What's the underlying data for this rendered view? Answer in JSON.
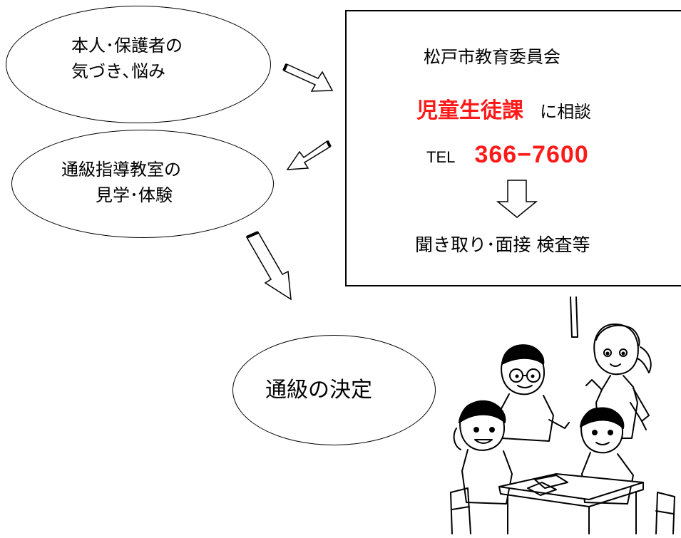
{
  "ellipses": {
    "concern": {
      "line1": "本人･保護者の",
      "line2": "気づき､悩み"
    },
    "visit": {
      "line1": "通級指導教室の",
      "line2": "見学･体験"
    },
    "decision": {
      "text": "通級の決定"
    }
  },
  "consult_box": {
    "org": "松戸市教育委員会",
    "dept": "児童生徒課",
    "dept_suffix": "に相談",
    "tel_label": "TEL",
    "tel_number": "366−7600",
    "followup": "聞き取り･面接 検査等"
  },
  "colors": {
    "highlight": "#ff1a1a",
    "line": "#000000",
    "background": "#ffffff"
  },
  "illustration": {
    "subject": "children-and-teacher-at-desk"
  }
}
